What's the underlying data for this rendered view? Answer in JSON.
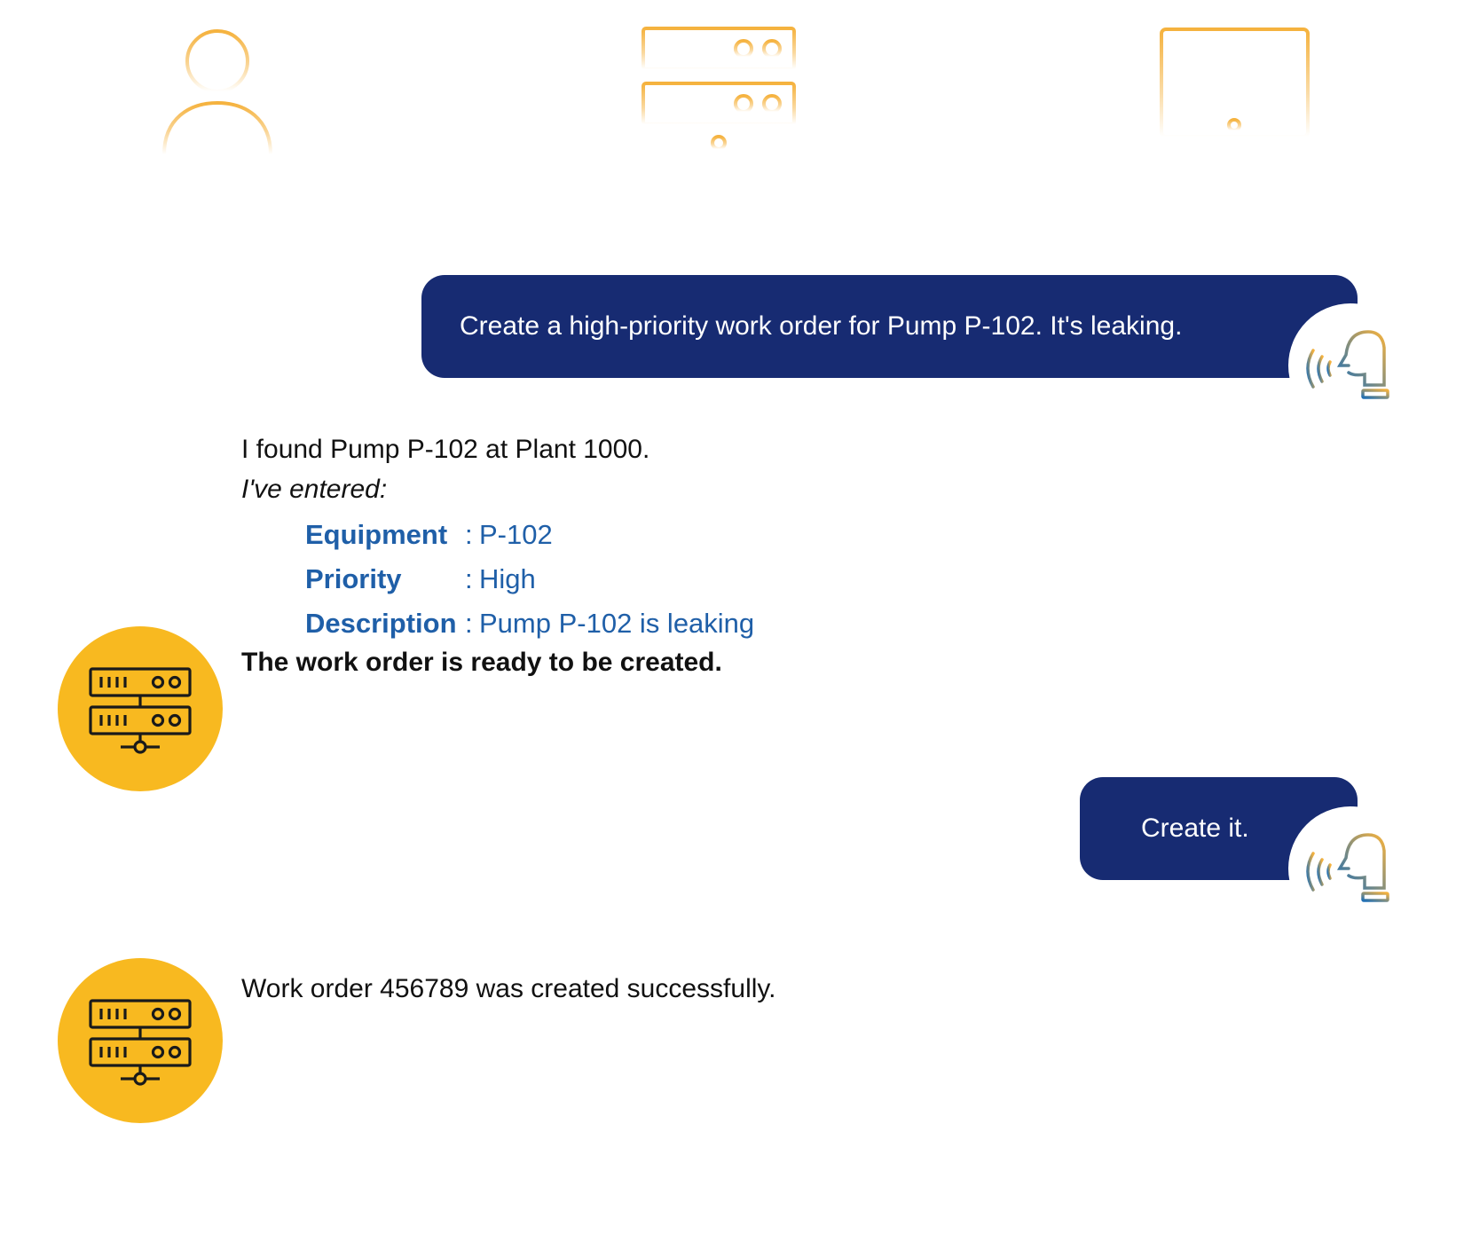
{
  "top_icons": [
    {
      "icon": "user-icon"
    },
    {
      "icon": "server-icon"
    },
    {
      "icon": "monitor-icon"
    }
  ],
  "conversation": {
    "user_message_1": "Create a high-priority work order for Pump P-102. It's leaking.",
    "bot_message_1": {
      "intro": "I found Pump P-102 at Plant 1000.",
      "entered_label": "I've entered:",
      "fields": [
        {
          "label": "Equipment",
          "separator": ":",
          "value": "P-102"
        },
        {
          "label": "Priority",
          "separator": ":",
          "value": "High"
        },
        {
          "label": "Description",
          "separator": ":",
          "value": "Pump P-102 is leaking"
        }
      ],
      "closing": "The work order is ready to be created."
    },
    "user_message_2": "Create it.",
    "bot_message_2": "Work order 456789 was created successfully."
  },
  "colors": {
    "bubble_bg": "#172b72",
    "bot_avatar_bg": "#f8b920",
    "field_text": "#1f5fa8",
    "top_icon_stroke": "#f5b23e"
  }
}
